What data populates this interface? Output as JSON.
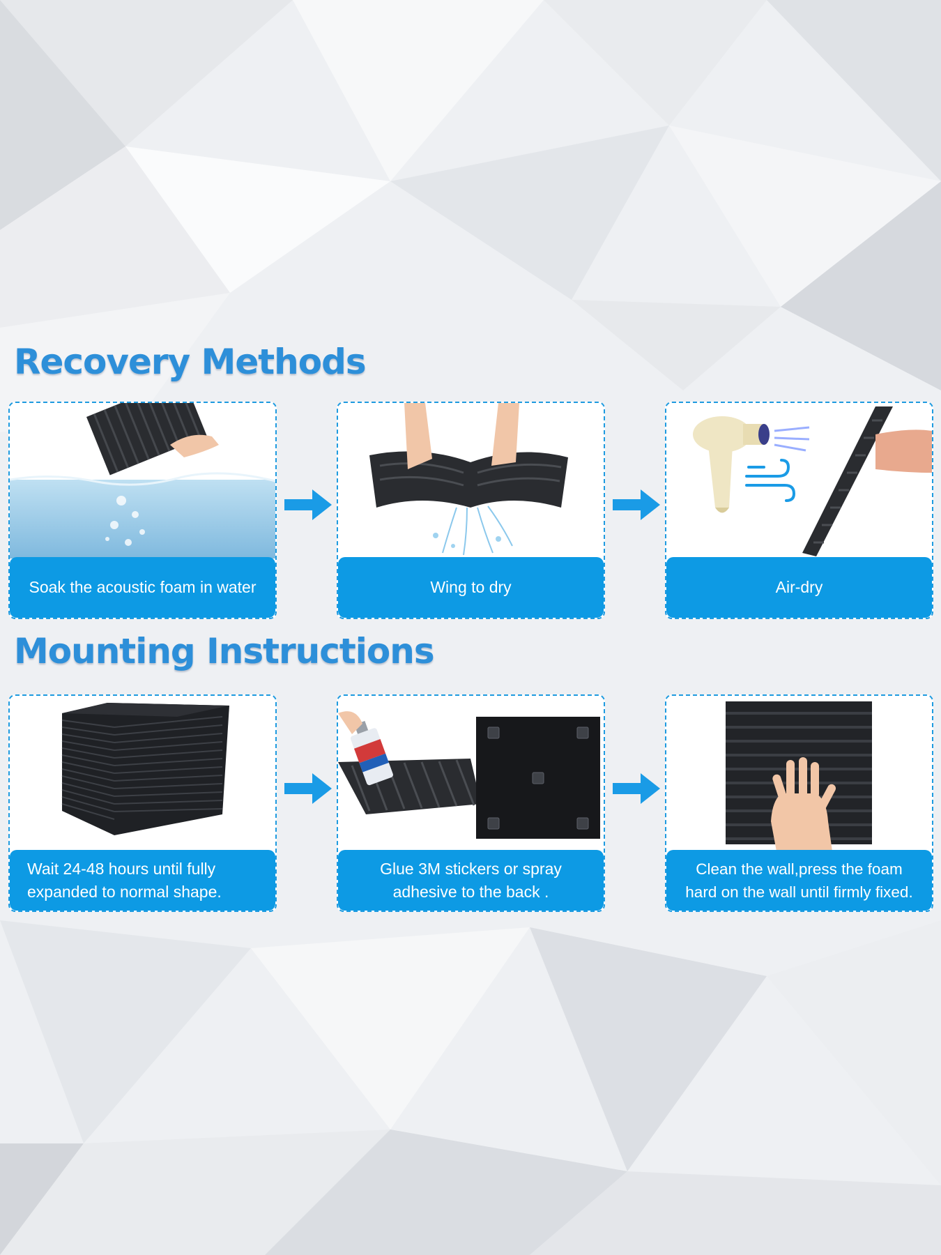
{
  "sections": {
    "recovery": {
      "title": "Recovery Methods",
      "steps": [
        {
          "caption": "Soak the acoustic foam in water",
          "image": "foam-in-water-image"
        },
        {
          "caption": "Wing to dry",
          "image": "hands-wringing-foam-image"
        },
        {
          "caption": "Air-dry",
          "image": "hair-dryer-foam-image"
        }
      ]
    },
    "mounting": {
      "title": "Mounting Instructions",
      "steps": [
        {
          "caption": "Wait 24-48 hours until fully\nexpanded to normal shape.",
          "image": "foam-stack-image"
        },
        {
          "caption": "Glue 3M stickers or spray\nadhesive to the back .",
          "image": "spray-and-stickers-image"
        },
        {
          "caption": "Clean the wall,press the foam\nhard on the wall until firmly fixed.",
          "image": "hand-press-foam-image"
        }
      ]
    }
  },
  "colors": {
    "title_blue": "#2d8fd9",
    "caption_blue": "#0d9ae4",
    "border_blue": "#1e9be0",
    "arrow_blue": "#1a9be6",
    "foam": "#2a2c30"
  },
  "icons": [
    "right-arrow-icon",
    "wind-icon"
  ]
}
